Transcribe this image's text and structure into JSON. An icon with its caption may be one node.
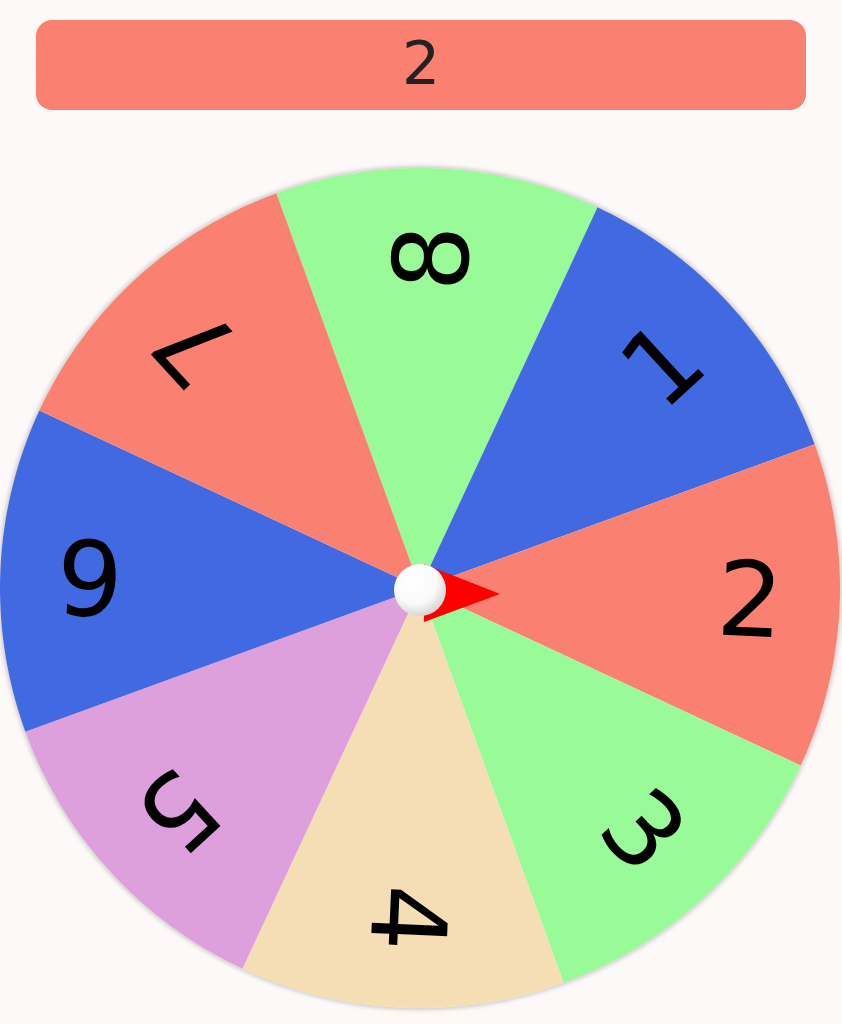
{
  "diagram": {
    "nodes": [
      {
        "text": [
          "2"
        ]
      },
      {
        "text": [
          "8"
        ]
      },
      {
        "text": [
          "1"
        ]
      },
      {
        "text": [
          "2"
        ]
      },
      {
        "text": [
          "3"
        ]
      },
      {
        "text": [
          "4"
        ]
      },
      {
        "text": [
          "5"
        ]
      },
      {
        "text": [
          "6"
        ]
      },
      {
        "text": [
          "7"
        ]
      }
    ]
  }
}
